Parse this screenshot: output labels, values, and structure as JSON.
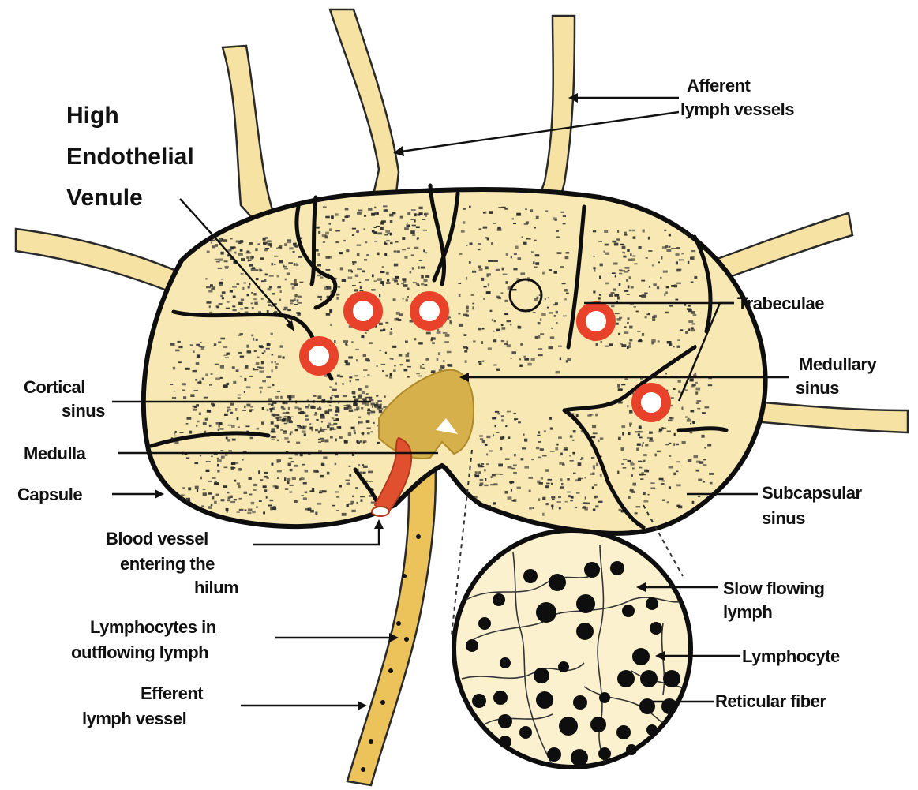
{
  "title": {
    "line1": "High",
    "line2": "Endothelial",
    "line3": "Venule"
  },
  "labels": {
    "afferent": [
      "Afferent",
      "lymph vessels"
    ],
    "trabeculae": "Trabeculae",
    "medullary_sinus": [
      "Medullary",
      "sinus"
    ],
    "cortical_sinus": [
      "Cortical",
      "sinus"
    ],
    "medulla": "Medulla",
    "capsule": "Capsule",
    "subcapsular_sinus": [
      "Subcapsular",
      "sinus"
    ],
    "blood_vessel": [
      "Blood vessel",
      "entering the",
      "hilum"
    ],
    "slow_flowing": [
      "Slow flowing",
      "lymph"
    ],
    "lymphocyte": "Lymphocyte",
    "lymphocytes_outflowing": [
      "Lymphocytes in",
      "outflowing lymph"
    ],
    "efferent": [
      "Efferent",
      "lymph vessel"
    ],
    "reticular_fiber": "Reticular fiber"
  },
  "colors": {
    "node_fill": "#f7e8b4",
    "vessel_fill": "#f6e3a3",
    "hilum_fill": "#d6b04a",
    "efferent_fill": "#ecc25a",
    "venule_ring": "#e8432a",
    "blood_vessel": "#e0502e"
  }
}
